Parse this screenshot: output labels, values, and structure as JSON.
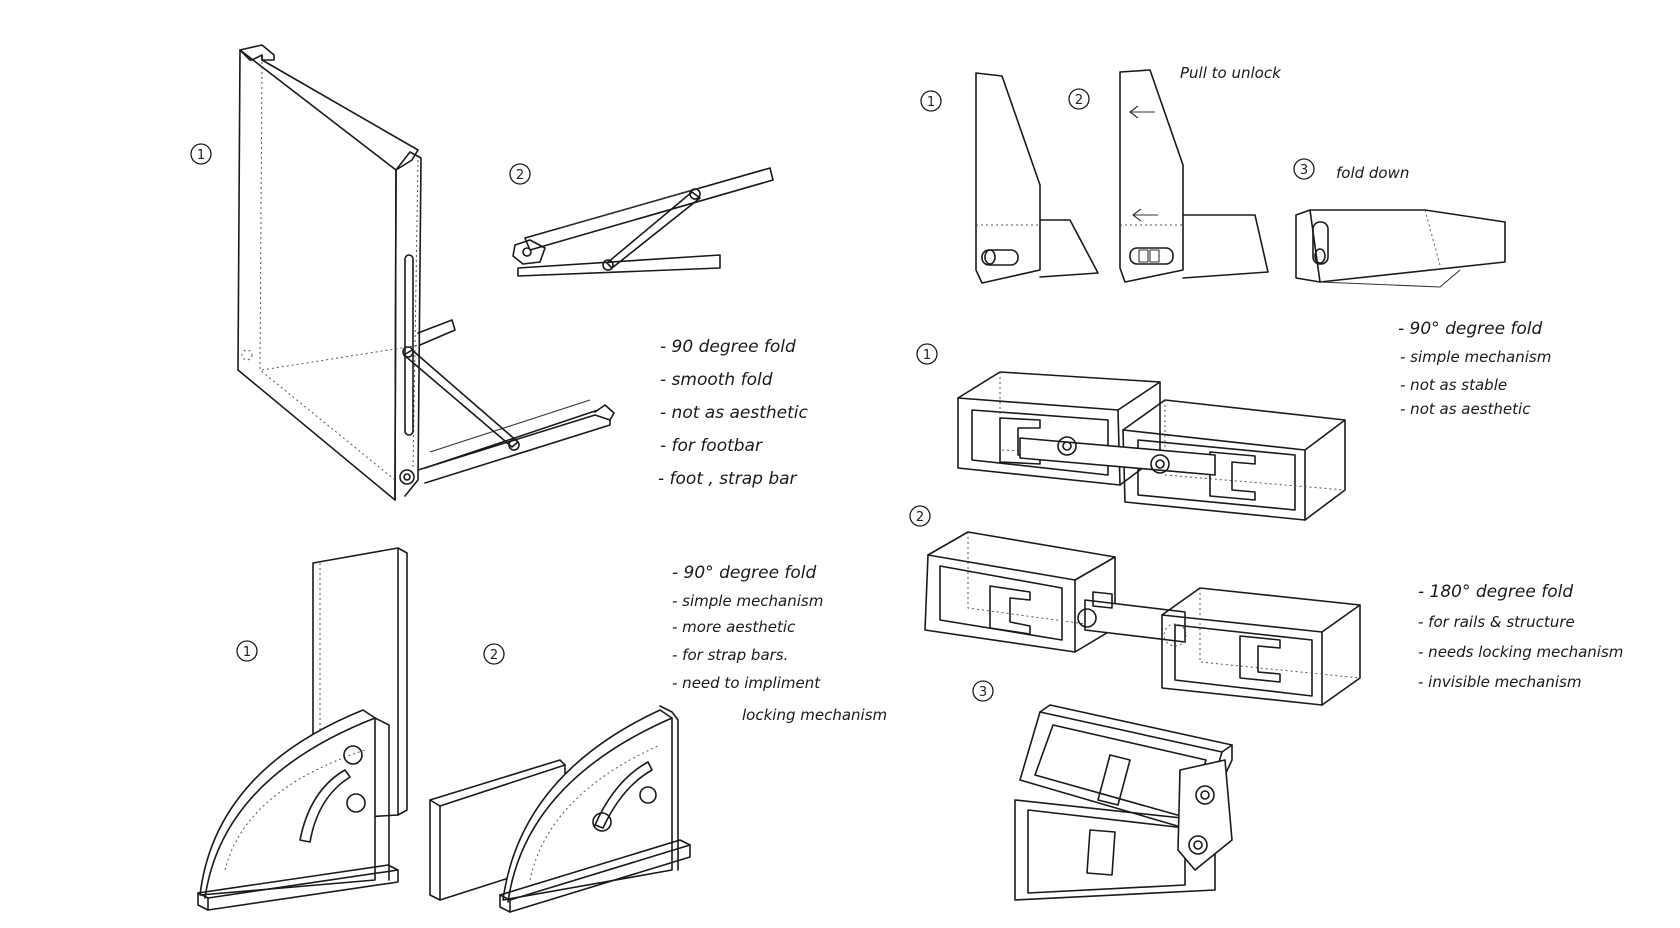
{
  "sketch_1": {
    "label_1": "1",
    "label_2": "2",
    "notes": [
      "- 90  degree fold",
      "- smooth fold",
      "- not as aesthetic",
      "- for footbar",
      "- foot , strap bar"
    ]
  },
  "sketch_2": {
    "label_1": "1",
    "label_2": "2",
    "notes": [
      "- 90° degree fold",
      "- simple mechanism",
      "- more aesthetic",
      "- for strap bars.",
      "- need to impliment",
      "locking mechanism"
    ]
  },
  "sketch_3": {
    "label_1": "1",
    "label_2": "2",
    "label_3": "3",
    "pull_note": "Pull to unlock",
    "fold_note": "fold down"
  },
  "sketch_4": {
    "label_1": "1",
    "notes": [
      "- 90° degree fold",
      "- simple mechanism",
      "- not as stable",
      "- not as aesthetic"
    ]
  },
  "sketch_5": {
    "label_2": "2",
    "label_3": "3",
    "notes": [
      "- 180° degree fold",
      "- for rails & structure",
      "- needs locking mechanism",
      "- invisible mechanism"
    ]
  }
}
